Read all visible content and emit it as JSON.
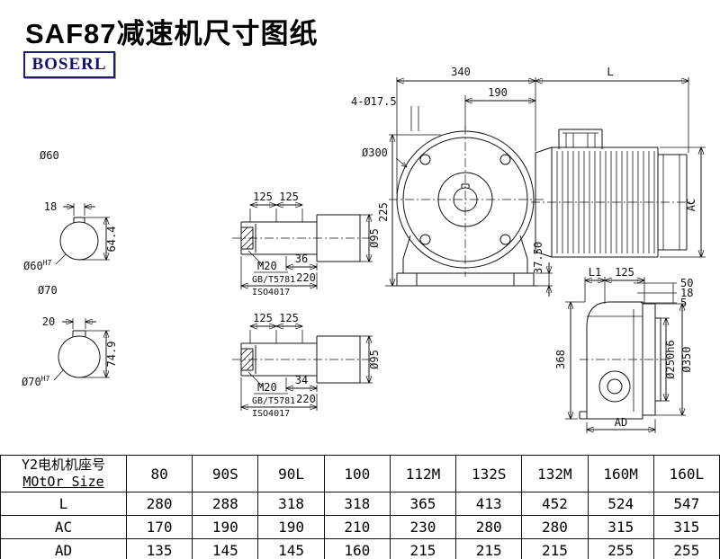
{
  "title": "SAF87减速机尺寸图纸",
  "logo": "BOSERL",
  "shaft60": {
    "label": "Ø60",
    "key_width": "18",
    "key_height": "64.4",
    "bore": "Ø60",
    "tol": "H7"
  },
  "shaft70": {
    "label": "Ø70",
    "key_width": "20",
    "key_height": "74.9",
    "bore": "Ø70",
    "tol": "H7"
  },
  "detail_top": {
    "seg1": "125",
    "seg2": "125",
    "thread": "M20",
    "std1": "GB/T5781",
    "std2": "ISO4017",
    "len": "36",
    "total": "220",
    "dia": "Ø95"
  },
  "detail_bottom": {
    "seg1": "125",
    "seg2": "125",
    "thread": "M20",
    "std1": "GB/T5781",
    "std2": "ISO4017",
    "len": "34",
    "total": "220",
    "dia": "Ø95"
  },
  "front": {
    "width": "340",
    "motor_len": "L",
    "flange_offset": "190",
    "holes": "4-Ø17.5",
    "flange_dia": "Ø300",
    "center_height": "225",
    "foot": "37.50",
    "motor_dia": "AC"
  },
  "side": {
    "l1": "L1",
    "d125": "125",
    "d50": "50",
    "d18": "18",
    "d5": "5",
    "height": "368",
    "spigot": "Ø250h6",
    "flange": "Ø350",
    "ad": "AD"
  },
  "table": {
    "header": {
      "line1": "Y2电机机座号",
      "line2": "MOtOr Size"
    },
    "columns": [
      "80",
      "90S",
      "90L",
      "100",
      "112M",
      "132S",
      "132M",
      "160M",
      "160L"
    ],
    "rows": [
      {
        "label": "L",
        "values": [
          "280",
          "288",
          "318",
          "318",
          "365",
          "413",
          "452",
          "524",
          "547"
        ]
      },
      {
        "label": "AC",
        "values": [
          "170",
          "190",
          "190",
          "210",
          "230",
          "280",
          "280",
          "315",
          "315"
        ]
      },
      {
        "label": "AD",
        "values": [
          "135",
          "145",
          "145",
          "160",
          "215",
          "215",
          "215",
          "255",
          "255"
        ]
      }
    ]
  }
}
